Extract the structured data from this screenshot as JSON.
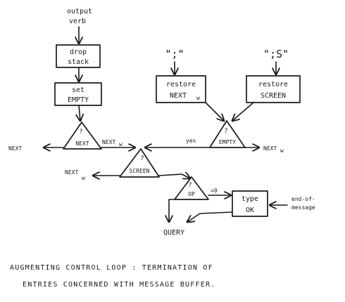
{
  "labels": {
    "output_verb": [
      "output",
      "verb"
    ],
    "drop_stack": [
      "drop",
      "stack"
    ],
    "set_empty": [
      "set",
      "EMPTY"
    ],
    "semicolon_quote": "\";\"",
    "semicolon_s": "\";S\"",
    "restore_next": [
      "restore",
      "NEXT",
      "w"
    ],
    "restore_screen": [
      "restore",
      "SCREEN"
    ],
    "decision_question": "?",
    "decision_next_text": "NEXT",
    "decision_next_w_text": "NEXT",
    "decision_next_w_sub": "w",
    "decision_yes": "yes",
    "decision_empty_text": "EMPTY",
    "decision_screen_text": "SCREEN",
    "decision_op_text": "OP",
    "decision_op_zero": "=0",
    "type_ok": [
      "type",
      "OK"
    ],
    "end_of_message": [
      "end-of-",
      "message"
    ],
    "exit_next_left": "NEXT",
    "exit_next_w_mid": "NEXT",
    "exit_next_w_mid_sub": "w",
    "exit_next_w_right": "NEXT",
    "exit_next_w_right_sub": "w",
    "exit_query": "QUERY"
  },
  "caption": [
    "AUGMENTING CONTROL LOOP : TERMINATION OF",
    "ENTRIES CONCERNED WITH MESSAGE BUFFER."
  ]
}
